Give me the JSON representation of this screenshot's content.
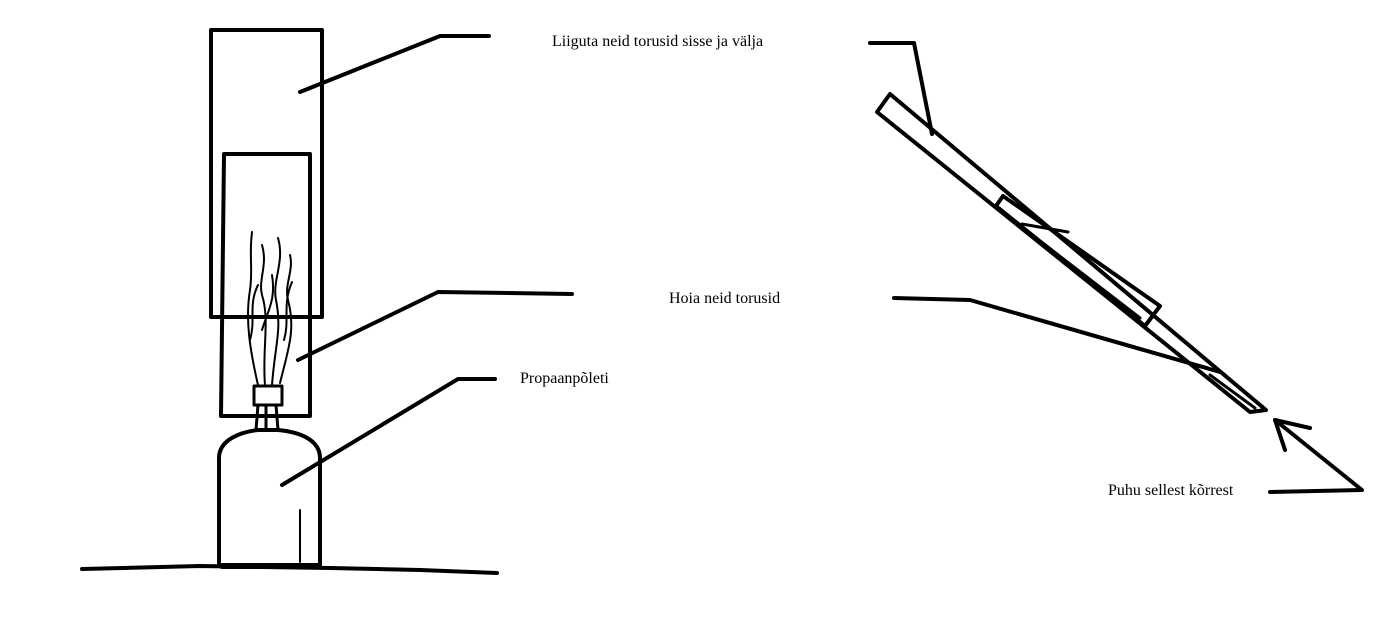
{
  "labels": {
    "move_tubes": "Liiguta neid torusid sisse ja välja",
    "hold_tubes": "Hoia neid torusid",
    "propane_burner": "Propaanpõleti",
    "blow_through_straw": "Puhu sellest kõrrest"
  },
  "colors": {
    "ink": "#000000",
    "background": "#ffffff"
  }
}
